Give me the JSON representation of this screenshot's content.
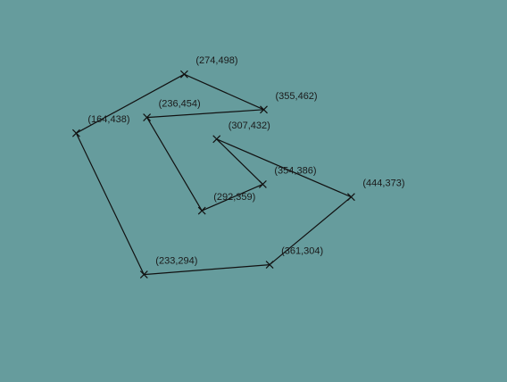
{
  "diagram": {
    "background": "#669c9d",
    "stroke_color": "#111111",
    "marker": "x-mark",
    "points": [
      {
        "label": "(164,438)"
      },
      {
        "label": "(274,498)"
      },
      {
        "label": "(355,462)"
      },
      {
        "label": "(236,454)"
      },
      {
        "label": "(292,359)"
      },
      {
        "label": "(354,386)"
      },
      {
        "label": "(307,432)"
      },
      {
        "label": "(444,373)"
      },
      {
        "label": "(361,304)"
      },
      {
        "label": "(233,294)"
      }
    ],
    "path_order": [
      0,
      1,
      2,
      3,
      4,
      5,
      6,
      7,
      8,
      9
    ],
    "closed": true
  }
}
